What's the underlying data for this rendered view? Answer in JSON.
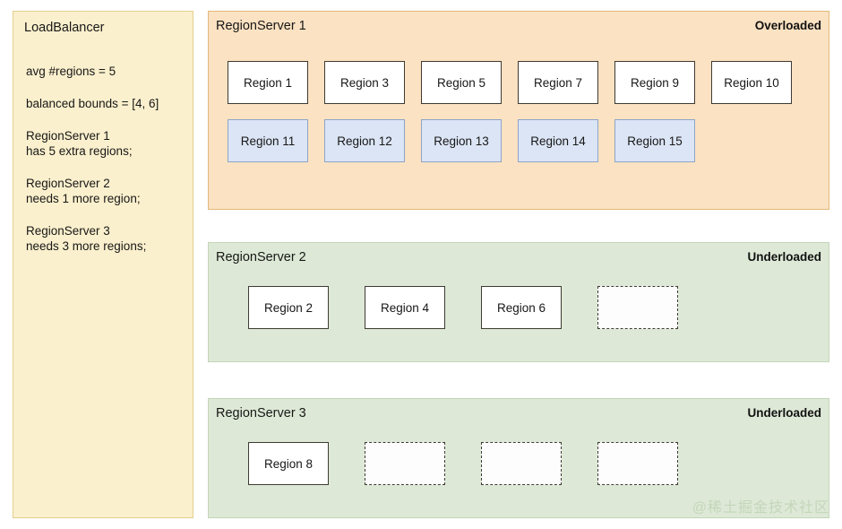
{
  "load_balancer": {
    "title": "LoadBalancer",
    "stats": [
      {
        "lines": [
          "avg #regions = 5"
        ]
      },
      {
        "lines": [
          "balanced bounds = [4, 6]"
        ]
      },
      {
        "lines": [
          "RegionServer 1",
          "has 5 extra regions;"
        ]
      },
      {
        "lines": [
          "RegionServer 2",
          "needs 1 more region;"
        ]
      },
      {
        "lines": [
          "RegionServer 3",
          "needs 3 more regions;"
        ]
      }
    ]
  },
  "servers": [
    {
      "title": "RegionServer 1",
      "status": "Overloaded",
      "state": "overloaded",
      "rows": [
        [
          {
            "label": "Region 1",
            "style": "plain"
          },
          {
            "label": "Region 3",
            "style": "plain"
          },
          {
            "label": "Region 5",
            "style": "plain"
          },
          {
            "label": "Region 7",
            "style": "plain"
          },
          {
            "label": "Region 9",
            "style": "plain"
          },
          {
            "label": "Region 10",
            "style": "plain"
          }
        ],
        [
          {
            "label": "Region 11",
            "style": "blue"
          },
          {
            "label": "Region 12",
            "style": "blue"
          },
          {
            "label": "Region 13",
            "style": "blue"
          },
          {
            "label": "Region 14",
            "style": "blue"
          },
          {
            "label": "Region 15",
            "style": "blue"
          }
        ]
      ]
    },
    {
      "title": "RegionServer 2",
      "status": "Underloaded",
      "state": "underloaded",
      "rows": [
        [
          {
            "label": "Region 2",
            "style": "plain"
          },
          {
            "label": "Region 4",
            "style": "plain"
          },
          {
            "label": "Region 6",
            "style": "plain"
          },
          {
            "label": "",
            "style": "empty"
          }
        ]
      ]
    },
    {
      "title": "RegionServer 3",
      "status": "Underloaded",
      "state": "underloaded",
      "rows": [
        [
          {
            "label": "Region 8",
            "style": "plain"
          },
          {
            "label": "",
            "style": "empty"
          },
          {
            "label": "",
            "style": "empty"
          },
          {
            "label": "",
            "style": "empty"
          }
        ]
      ]
    }
  ],
  "watermark": "@稀土掘金技术社区",
  "colors": {
    "loadbalancer_bg": "#fbf0cd",
    "loadbalancer_border": "#e3cf8d",
    "overloaded_bg": "#fbe2c2",
    "overloaded_border": "#e3b87a",
    "underloaded_bg": "#dde9d6",
    "underloaded_border": "#c3d5b9",
    "region_border": "#3e3a33",
    "region_blue_bg": "#dbe5f5",
    "region_blue_border": "#8ea4c8",
    "text": "#171717",
    "watermark": "#c4d6bb"
  }
}
